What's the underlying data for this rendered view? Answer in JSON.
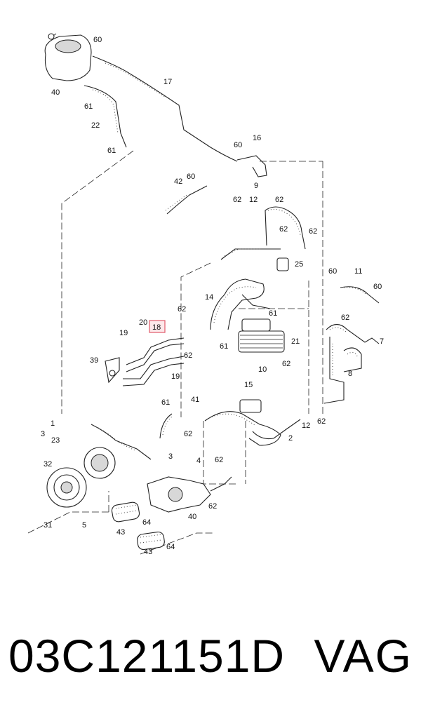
{
  "diagram": {
    "highlighted_label": "18",
    "labels": [
      "60",
      "40",
      "61",
      "17",
      "22",
      "61",
      "16",
      "60",
      "42",
      "60",
      "9",
      "62",
      "12",
      "62",
      "62",
      "62",
      "25",
      "60",
      "11",
      "60",
      "14",
      "61",
      "61",
      "21",
      "62",
      "7",
      "62",
      "8",
      "20",
      "19",
      "18",
      "62",
      "39",
      "62",
      "19",
      "10",
      "15",
      "61",
      "41",
      "62",
      "12",
      "62",
      "2",
      "1",
      "3",
      "23",
      "3",
      "4",
      "32",
      "62",
      "62",
      "31",
      "5",
      "43",
      "64",
      "40",
      "43",
      "64"
    ]
  },
  "footer": {
    "part_number": "03C121151D",
    "brand": "VAG"
  }
}
